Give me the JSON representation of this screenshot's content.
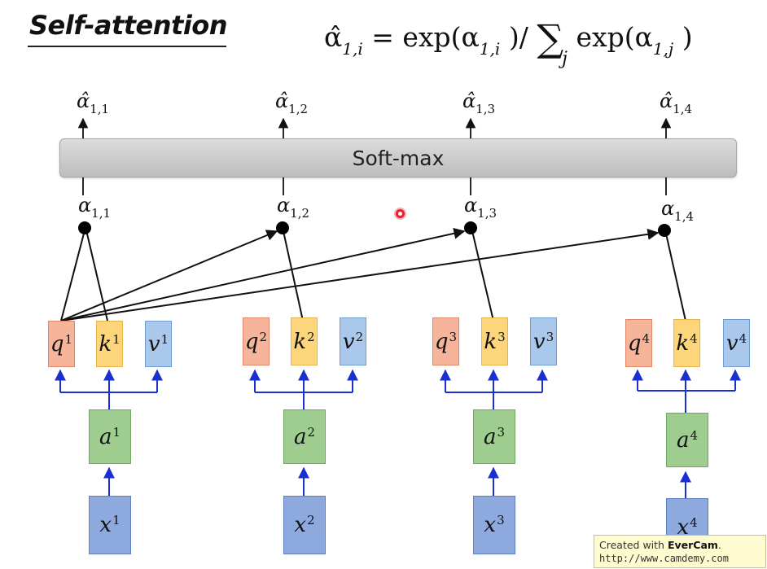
{
  "title": "Self-attention",
  "formula": {
    "lhs": "α̂",
    "lhs_sub": "1,i",
    "eq": " = exp(α",
    "exp_sub": "1,i",
    "mid": " )/ ",
    "sum": "∑",
    "sum_sub": "j",
    "tail": " exp(α",
    "tail_sub": "1,j",
    "close": " )"
  },
  "softmax_label": "Soft-max",
  "outputs": [
    {
      "sym": "α̂",
      "sub": "1,1"
    },
    {
      "sym": "α̂",
      "sub": "1,2"
    },
    {
      "sym": "α̂",
      "sub": "1,3"
    },
    {
      "sym": "α̂",
      "sub": "1,4"
    }
  ],
  "scores": [
    {
      "sym": "α",
      "sub": "1,1"
    },
    {
      "sym": "α",
      "sub": "1,2"
    },
    {
      "sym": "α",
      "sub": "1,3"
    },
    {
      "sym": "α",
      "sub": "1,4"
    }
  ],
  "columns": [
    {
      "q": "q",
      "k": "k",
      "v": "v",
      "a": "a",
      "x": "x",
      "n": "1"
    },
    {
      "q": "q",
      "k": "k",
      "v": "v",
      "a": "a",
      "x": "x",
      "n": "2"
    },
    {
      "q": "q",
      "k": "k",
      "v": "v",
      "a": "a",
      "x": "x",
      "n": "3"
    },
    {
      "q": "q",
      "k": "k",
      "v": "v",
      "a": "a",
      "x": "x",
      "n": "4"
    }
  ],
  "watermark": {
    "prefix": "Created with ",
    "brand": "EverCam",
    "suffix": ".",
    "url": "http://www.camdemy.com"
  },
  "colors": {
    "q": "#f6b49a",
    "k": "#fdd57a",
    "v": "#a9c8ec",
    "a": "#9fcc8f",
    "x": "#8ea9dd",
    "connector": "#1a2fd0",
    "attention_line": "#111111"
  }
}
